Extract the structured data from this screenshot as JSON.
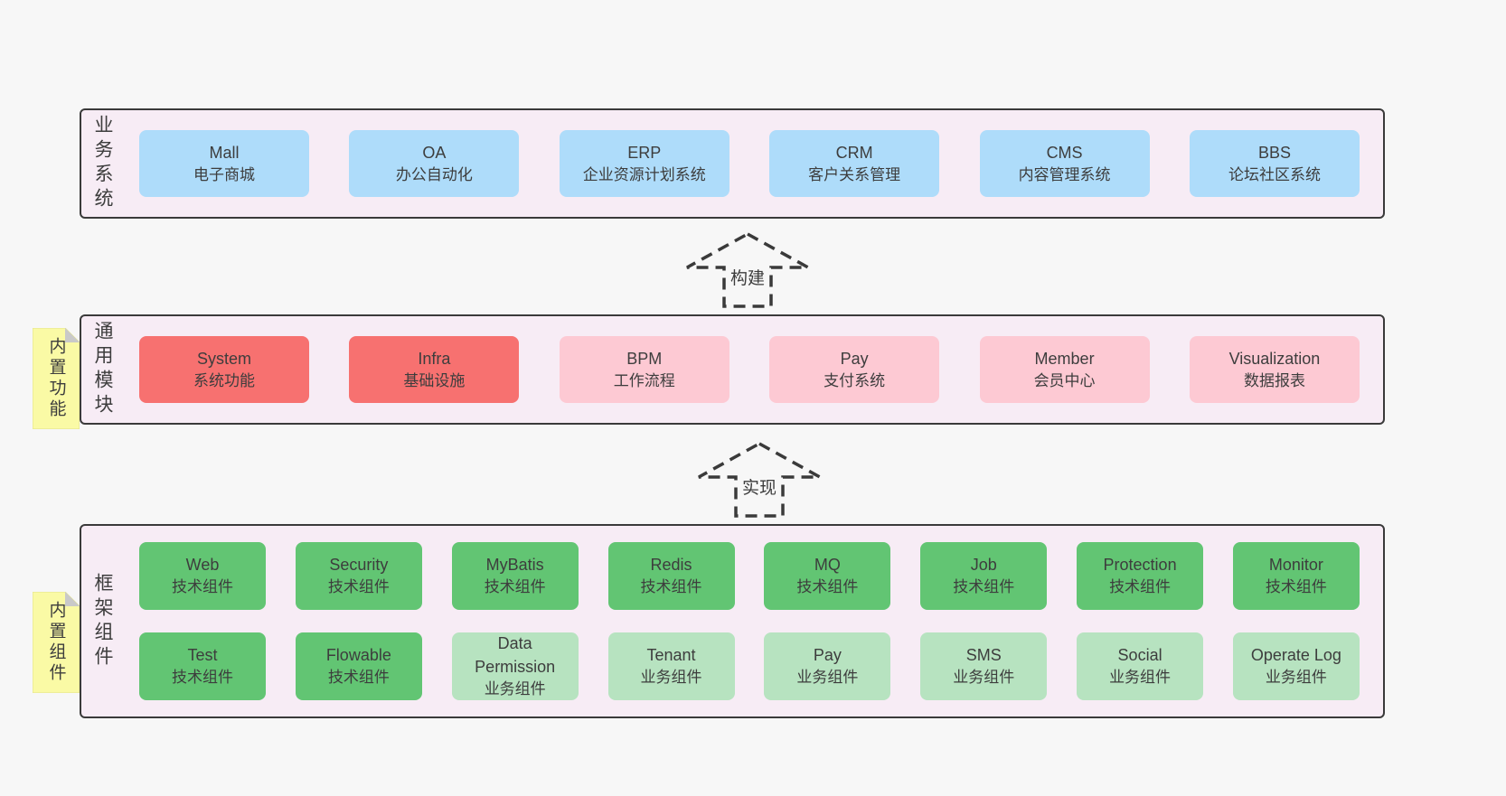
{
  "colors": {
    "page_bg": "#f7f7f7",
    "panel_bg": "#f7ecf5",
    "panel_border": "#3a3a3a",
    "box_blue": "#aedcfa",
    "box_red": "#f77170",
    "box_pink": "#fdc9d3",
    "box_green": "#62c573",
    "box_green_light": "#b7e3c0",
    "sticky_yellow": "#fafaa5",
    "sticky_fold": "#c9c9c9",
    "text": "#3d3d3d"
  },
  "stickies": {
    "features": {
      "label": "内置功能"
    },
    "components": {
      "label": "内置组件"
    }
  },
  "arrows": {
    "build": {
      "label": "构建"
    },
    "implement": {
      "label": "实现"
    }
  },
  "sections": {
    "business": {
      "label": "业务系统",
      "items": [
        {
          "title": "Mall",
          "subtitle": "电子商城"
        },
        {
          "title": "OA",
          "subtitle": "办公自动化"
        },
        {
          "title": "ERP",
          "subtitle": "企业资源计划系统"
        },
        {
          "title": "CRM",
          "subtitle": "客户关系管理"
        },
        {
          "title": "CMS",
          "subtitle": "内容管理系统"
        },
        {
          "title": "BBS",
          "subtitle": "论坛社区系统"
        }
      ]
    },
    "modules": {
      "label": "通用模块",
      "items": [
        {
          "title": "System",
          "subtitle": "系统功能",
          "variant": "red"
        },
        {
          "title": "Infra",
          "subtitle": "基础设施",
          "variant": "red"
        },
        {
          "title": "BPM",
          "subtitle": "工作流程",
          "variant": "pink"
        },
        {
          "title": "Pay",
          "subtitle": "支付系统",
          "variant": "pink"
        },
        {
          "title": "Member",
          "subtitle": "会员中心",
          "variant": "pink"
        },
        {
          "title": "Visualization",
          "subtitle": "数据报表",
          "variant": "pink"
        }
      ]
    },
    "framework": {
      "label": "框架组件",
      "rows": [
        [
          {
            "title": "Web",
            "subtitle": "技术组件",
            "variant": "green"
          },
          {
            "title": "Security",
            "subtitle": "技术组件",
            "variant": "green"
          },
          {
            "title": "MyBatis",
            "subtitle": "技术组件",
            "variant": "green"
          },
          {
            "title": "Redis",
            "subtitle": "技术组件",
            "variant": "green"
          },
          {
            "title": "MQ",
            "subtitle": "技术组件",
            "variant": "green"
          },
          {
            "title": "Job",
            "subtitle": "技术组件",
            "variant": "green"
          },
          {
            "title": "Protection",
            "subtitle": "技术组件",
            "variant": "green"
          },
          {
            "title": "Monitor",
            "subtitle": "技术组件",
            "variant": "green"
          }
        ],
        [
          {
            "title": "Test",
            "subtitle": "技术组件",
            "variant": "green"
          },
          {
            "title": "Flowable",
            "subtitle": "技术组件",
            "variant": "green"
          },
          {
            "title": "Data Permission",
            "subtitle": "业务组件",
            "variant": "green-light"
          },
          {
            "title": "Tenant",
            "subtitle": "业务组件",
            "variant": "green-light"
          },
          {
            "title": "Pay",
            "subtitle": "业务组件",
            "variant": "green-light"
          },
          {
            "title": "SMS",
            "subtitle": "业务组件",
            "variant": "green-light"
          },
          {
            "title": "Social",
            "subtitle": "业务组件",
            "variant": "green-light"
          },
          {
            "title": "Operate Log",
            "subtitle": "业务组件",
            "variant": "green-light"
          }
        ]
      ]
    }
  }
}
